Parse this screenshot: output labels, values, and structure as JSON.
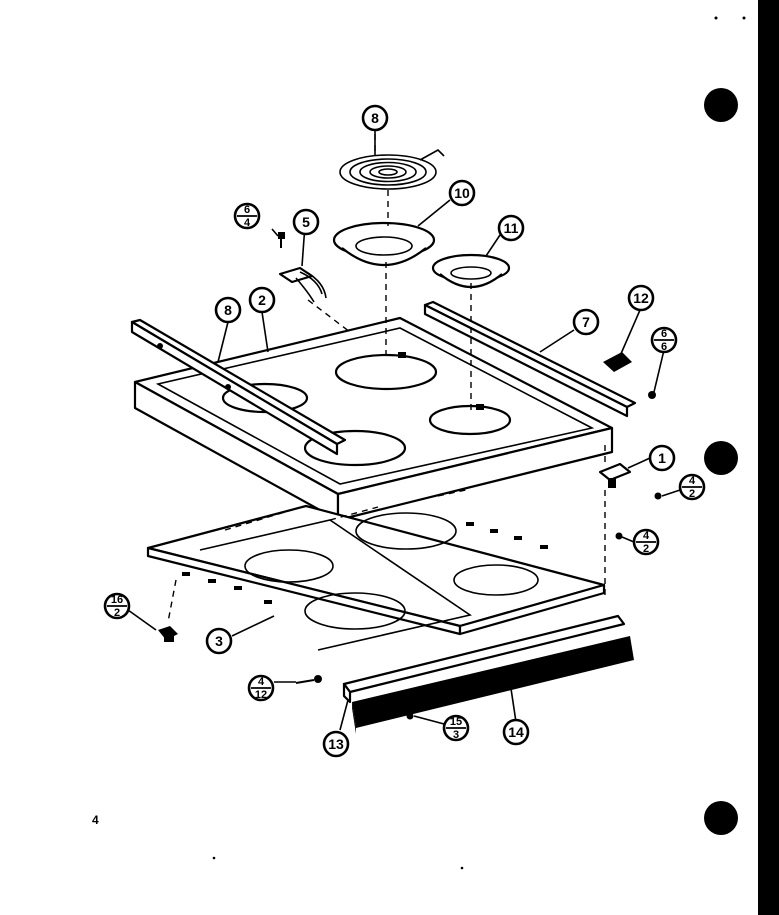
{
  "page_number": "4",
  "callouts": [
    {
      "id": "c8-top",
      "label": "8"
    },
    {
      "id": "c10",
      "label": "10"
    },
    {
      "id": "c11",
      "label": "11"
    },
    {
      "id": "c5",
      "label": "5"
    },
    {
      "id": "c8-side",
      "label": "8"
    },
    {
      "id": "c2",
      "label": "2"
    },
    {
      "id": "c7",
      "label": "7"
    },
    {
      "id": "c12",
      "label": "12"
    },
    {
      "id": "c1",
      "label": "1"
    },
    {
      "id": "c3",
      "label": "3"
    },
    {
      "id": "c13",
      "label": "13"
    },
    {
      "id": "c14",
      "label": "14"
    }
  ],
  "fraction_callouts": [
    {
      "id": "f-6-4",
      "top": "6",
      "bottom": "4"
    },
    {
      "id": "f-6-6",
      "top": "6",
      "bottom": "6"
    },
    {
      "id": "f-4-2-a",
      "top": "4",
      "bottom": "2"
    },
    {
      "id": "f-4-2-b",
      "top": "4",
      "bottom": "2"
    },
    {
      "id": "f-16-2",
      "top": "16",
      "bottom": "2"
    },
    {
      "id": "f-4-12",
      "top": "4",
      "bottom": "12"
    },
    {
      "id": "f-15-3",
      "top": "15",
      "bottom": "3"
    }
  ]
}
